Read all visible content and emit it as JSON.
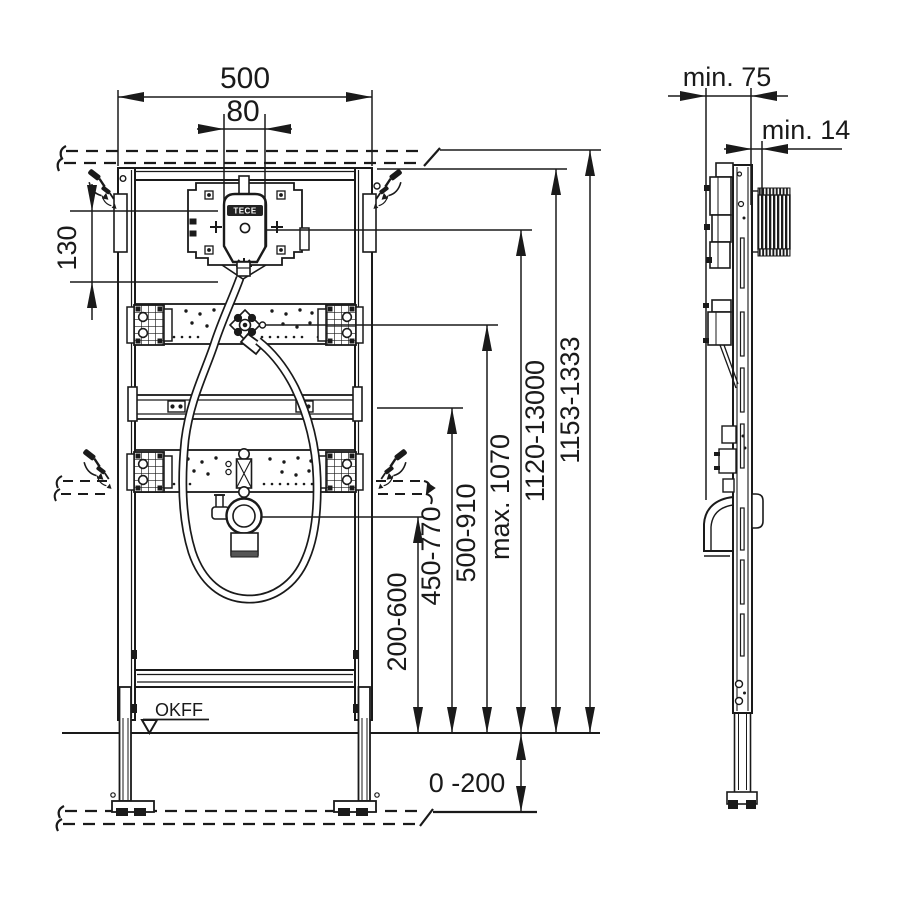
{
  "colors": {
    "line": "#1a1a1a",
    "background": "#ffffff"
  },
  "front_view": {
    "dims": {
      "overall_width": "500",
      "actuation_width": "80",
      "valve_offset": "130",
      "drain_height": "200-600",
      "crossbar_height": "450-770",
      "water_connection_height": "500-910",
      "valve_height": "max. 1070",
      "frame_top_min": "1120-13000",
      "frame_total_height": "1153-1333",
      "floor_buildup": "0 -200"
    },
    "floor_level_label": "OKFF",
    "valve_logo": "TECE"
  },
  "side_view": {
    "dims": {
      "wall_depth": "min. 75",
      "cover_depth": "min. 14"
    }
  }
}
